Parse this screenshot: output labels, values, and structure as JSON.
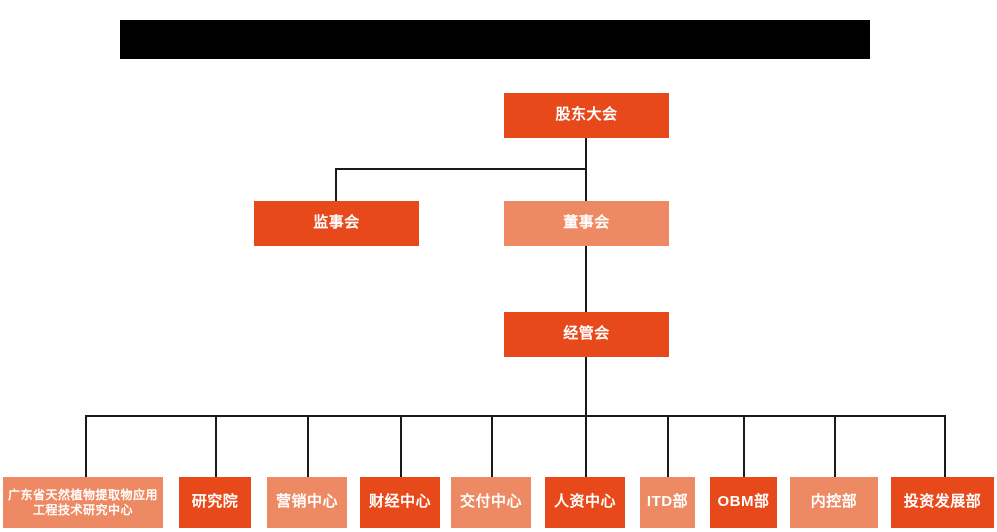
{
  "diagram": {
    "type": "org-chart",
    "title_redacted": true,
    "colors": {
      "accent_dark": "#E8491B",
      "accent_light": "#EE8A63",
      "connector": "#1a1a1a",
      "redaction": "#000000",
      "background": "#ffffff",
      "node_text": "#ffffff"
    },
    "redaction_bar": {
      "label": "redacted-title-bar"
    },
    "levels": [
      {
        "level": 1,
        "nodes": [
          {
            "id": "shareholders",
            "label": "股东大会",
            "tone": "dark"
          }
        ]
      },
      {
        "level": 2,
        "nodes": [
          {
            "id": "supervisors",
            "label": "监事会",
            "tone": "dark"
          },
          {
            "id": "board",
            "label": "董事会",
            "tone": "light"
          }
        ]
      },
      {
        "level": 3,
        "nodes": [
          {
            "id": "management",
            "label": "经管会",
            "tone": "dark"
          }
        ]
      },
      {
        "level": 4,
        "nodes": [
          {
            "id": "research-center",
            "label": "广东省天然植物提取物应用工程技术研究中心",
            "tone": "light"
          },
          {
            "id": "institute",
            "label": "研究院",
            "tone": "dark"
          },
          {
            "id": "marketing",
            "label": "营销中心",
            "tone": "light"
          },
          {
            "id": "finance",
            "label": "财经中心",
            "tone": "dark"
          },
          {
            "id": "delivery",
            "label": "交付中心",
            "tone": "light"
          },
          {
            "id": "hr",
            "label": "人资中心",
            "tone": "dark"
          },
          {
            "id": "itd",
            "label": "ITD部",
            "tone": "light"
          },
          {
            "id": "obm",
            "label": "OBM部",
            "tone": "dark"
          },
          {
            "id": "internal-control",
            "label": "内控部",
            "tone": "light"
          },
          {
            "id": "investment",
            "label": "投资发展部",
            "tone": "dark"
          }
        ]
      }
    ]
  }
}
